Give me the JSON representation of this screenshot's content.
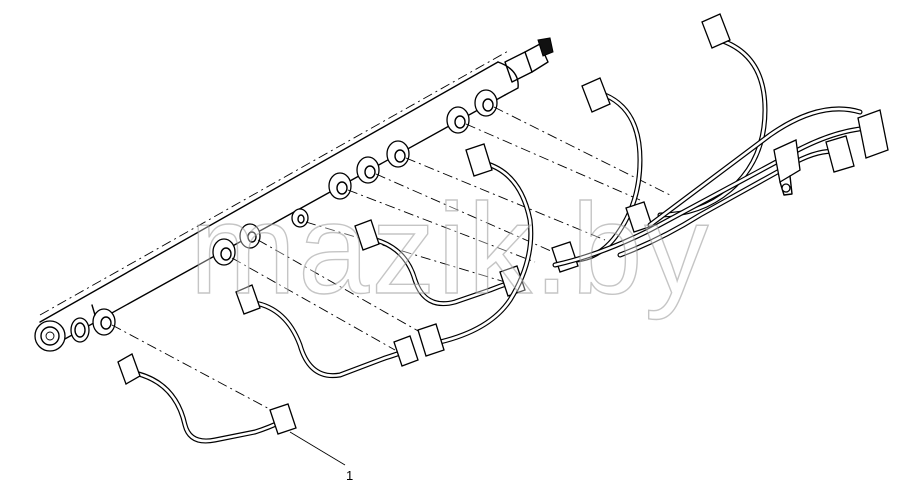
{
  "diagram": {
    "callouts": [
      {
        "id": "part-1",
        "label": "1"
      }
    ]
  },
  "watermark": {
    "text": "mazik.by"
  }
}
